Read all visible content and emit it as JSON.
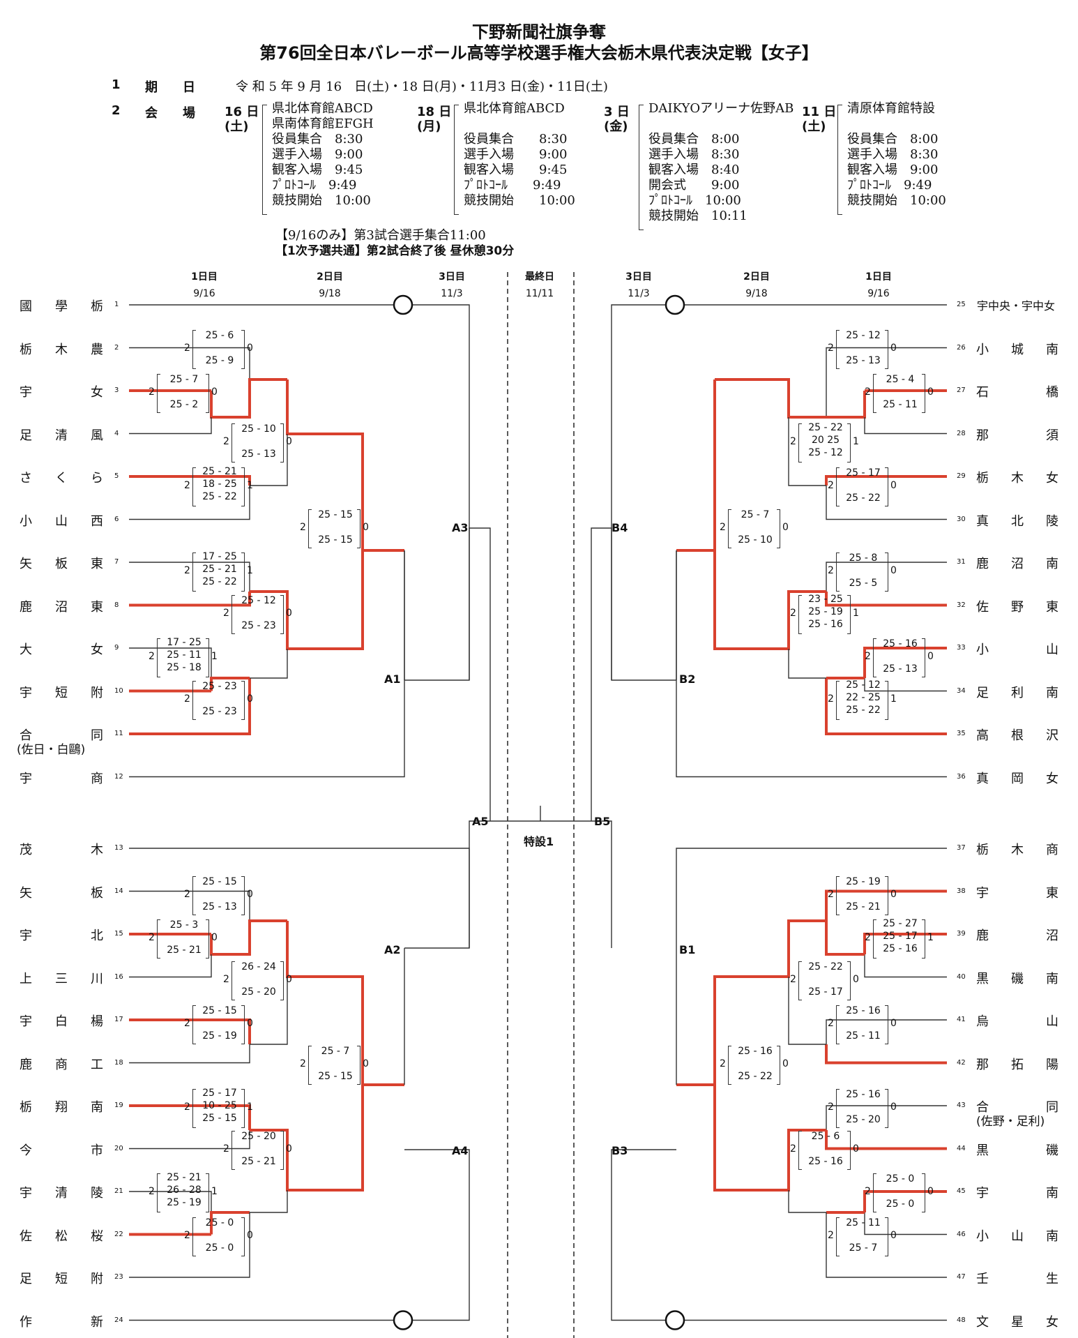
{
  "title": {
    "line1": "下野新聞社旗争奪",
    "line2": "第76回全日本バレーボール高等学校選手権大会栃木県代表決定戦【女子】"
  },
  "info": {
    "item1_no": "1",
    "item1_label": "期　　日",
    "item1_value": "令 和 5 年 9 月 16　日(土)・18 日(月)・11月3 日(金)・11日(土)",
    "item2_no": "2",
    "item2_label": "会　　場"
  },
  "venues": [
    {
      "day": "16 日",
      "dow": "(土)",
      "lines": [
        "県北体育館ABCD",
        "県南体育館EFGH",
        "役員集合　8:30",
        "選手入場　9:00",
        "観客入場　9:45",
        "ﾌﾟﾛﾄｺｰﾙ　9:49",
        "競技開始　10:00"
      ]
    },
    {
      "day": "18 日",
      "dow": "(月)",
      "lines": [
        "県北体育館ABCD",
        "",
        "役員集合　　8:30",
        "選手入場　　9:00",
        "観客入場　　9:45",
        "ﾌﾟﾛﾄｺｰﾙ　　9:49",
        "競技開始　　10:00"
      ]
    },
    {
      "day": "3 日",
      "dow": "(金)",
      "lines": [
        "DAIKYOアリーナ佐野AB",
        "",
        "役員集合　8:00",
        "選手入場　8:30",
        "観客入場　8:40",
        "開会式　　9:00",
        "ﾌﾟﾛﾄｺｰﾙ　10:00",
        "競技開始　10:11"
      ]
    },
    {
      "day": "11 日",
      "dow": "(土)",
      "lines": [
        "清原体育館特設",
        "",
        "役員集合　8:00",
        "選手入場　8:30",
        "観客入場　9:00",
        "ﾌﾟﾛﾄｺｰﾙ　9:49",
        "競技開始　10:00"
      ]
    }
  ],
  "notes": {
    "note1": "【9/16のみ】第3試合選手集合11:00",
    "note2": "【1次予選共通】第2試合終了後 昼休憩30分"
  },
  "rounds_left": [
    {
      "name": "1日目",
      "date": "9/16"
    },
    {
      "name": "2日目",
      "date": "9/18"
    },
    {
      "name": "3日目",
      "date": "11/3"
    }
  ],
  "rounds_center": {
    "name": "最終日",
    "date": "11/11"
  },
  "rounds_right": [
    {
      "name": "3日目",
      "date": "11/3"
    },
    {
      "name": "2日目",
      "date": "9/18"
    },
    {
      "name": "1日目",
      "date": "9/16"
    }
  ],
  "left_teams": [
    {
      "seed": "1",
      "name": "國學栃"
    },
    {
      "seed": "2",
      "name": "栃木農"
    },
    {
      "seed": "3",
      "name": "宇　女"
    },
    {
      "seed": "4",
      "name": "足清風"
    },
    {
      "seed": "5",
      "name": "さくら"
    },
    {
      "seed": "6",
      "name": "小山西"
    },
    {
      "seed": "7",
      "name": "矢板東"
    },
    {
      "seed": "8",
      "name": "鹿沼東"
    },
    {
      "seed": "9",
      "name": "大　女"
    },
    {
      "seed": "10",
      "name": "宇短附"
    },
    {
      "seed": "11",
      "name": "合　同",
      "sub": "(佐日・白鷗)"
    },
    {
      "seed": "12",
      "name": "宇　商"
    },
    {
      "seed": "13",
      "name": "茂　木"
    },
    {
      "seed": "14",
      "name": "矢　板"
    },
    {
      "seed": "15",
      "name": "宇　北"
    },
    {
      "seed": "16",
      "name": "上三川"
    },
    {
      "seed": "17",
      "name": "宇白楊"
    },
    {
      "seed": "18",
      "name": "鹿商工"
    },
    {
      "seed": "19",
      "name": "栃翔南"
    },
    {
      "seed": "20",
      "name": "今　市"
    },
    {
      "seed": "21",
      "name": "宇清陵"
    },
    {
      "seed": "22",
      "name": "佐松桜"
    },
    {
      "seed": "23",
      "name": "足短附"
    },
    {
      "seed": "24",
      "name": "作　新"
    }
  ],
  "right_teams": [
    {
      "seed": "25",
      "name": "宇中央・宇中女"
    },
    {
      "seed": "26",
      "name": "小城南"
    },
    {
      "seed": "27",
      "name": "石　橋"
    },
    {
      "seed": "28",
      "name": "那　須"
    },
    {
      "seed": "29",
      "name": "栃木女"
    },
    {
      "seed": "30",
      "name": "真北陵"
    },
    {
      "seed": "31",
      "name": "鹿沼南"
    },
    {
      "seed": "32",
      "name": "佐野東"
    },
    {
      "seed": "33",
      "name": "小　山"
    },
    {
      "seed": "34",
      "name": "足利南"
    },
    {
      "seed": "35",
      "name": "高根沢"
    },
    {
      "seed": "36",
      "name": "真岡女"
    },
    {
      "seed": "37",
      "name": "栃木商"
    },
    {
      "seed": "38",
      "name": "宇　東"
    },
    {
      "seed": "39",
      "name": "鹿　沼"
    },
    {
      "seed": "40",
      "name": "黒磯南"
    },
    {
      "seed": "41",
      "name": "烏　山"
    },
    {
      "seed": "42",
      "name": "那拓陽"
    },
    {
      "seed": "43",
      "name": "合　同",
      "sub": "(佐野・足利)"
    },
    {
      "seed": "44",
      "name": "黒　磯"
    },
    {
      "seed": "45",
      "name": "宇　南"
    },
    {
      "seed": "46",
      "name": "小山南"
    },
    {
      "seed": "47",
      "name": "壬　生"
    },
    {
      "seed": "48",
      "name": "文星女"
    }
  ],
  "bracket_labels": {
    "A1": "A1",
    "A2": "A2",
    "A3": "A3",
    "A4": "A4",
    "A5": "A5",
    "B1": "B1",
    "B2": "B2",
    "B3": "B3",
    "B4": "B4",
    "B5": "B5",
    "special": "特設1"
  },
  "scores_left": [
    {
      "id": "m2-3",
      "top": "2",
      "sets": [
        "25 - 6",
        "25 - 9"
      ],
      "bot": "0"
    },
    {
      "id": "m3-4",
      "top": "2",
      "sets": [
        "25 - 7",
        "25 - 2"
      ],
      "bot": "0"
    },
    {
      "id": "m-r2a",
      "top": "2",
      "sets": [
        "25 - 10",
        "25 - 13"
      ],
      "bot": "0"
    },
    {
      "id": "m5-6",
      "top": "2",
      "sets": [
        "25 - 21",
        "18 - 25",
        "25 - 22"
      ],
      "bot": "1"
    },
    {
      "id": "m-r3a",
      "top": "2",
      "sets": [
        "25 - 15",
        "25 - 15"
      ],
      "bot": "0"
    },
    {
      "id": "m7-8",
      "top": "2",
      "sets": [
        "17 - 25",
        "25 - 21",
        "25 - 22"
      ],
      "bot": "1"
    },
    {
      "id": "m-r2b",
      "top": "2",
      "sets": [
        "25 - 12",
        "25 - 23"
      ],
      "bot": "0"
    },
    {
      "id": "m9-10",
      "top": "2",
      "sets": [
        "17 - 25",
        "25 - 11",
        "25 - 18"
      ],
      "bot": "1"
    },
    {
      "id": "m10-11",
      "top": "2",
      "sets": [
        "25 - 23",
        "25 - 23"
      ],
      "bot": "0"
    },
    {
      "id": "m14-15",
      "top": "2",
      "sets": [
        "25 - 15",
        "25 - 13"
      ],
      "bot": "0"
    },
    {
      "id": "m15-16",
      "top": "2",
      "sets": [
        "25 - 3",
        "25 - 21"
      ],
      "bot": "0"
    },
    {
      "id": "m-r2c",
      "top": "2",
      "sets": [
        "26 - 24",
        "25 - 20"
      ],
      "bot": "0"
    },
    {
      "id": "m17-18",
      "top": "2",
      "sets": [
        "25 - 15",
        "25 - 19"
      ],
      "bot": "0"
    },
    {
      "id": "m-r3b",
      "top": "2",
      "sets": [
        "25 - 7",
        "25 - 15"
      ],
      "bot": "0"
    },
    {
      "id": "m19-20",
      "top": "2",
      "sets": [
        "25 - 17",
        "10 - 25",
        "25 - 15"
      ],
      "bot": "1"
    },
    {
      "id": "m-r2d",
      "top": "2",
      "sets": [
        "25 - 20",
        "25 - 21"
      ],
      "bot": "0"
    },
    {
      "id": "m21-22",
      "top": "2",
      "sets": [
        "25 - 21",
        "26 - 28",
        "25 - 19"
      ],
      "bot": "1"
    },
    {
      "id": "m22-23",
      "top": "2",
      "sets": [
        "25 - 0",
        "25 - 0"
      ],
      "bot": "0"
    }
  ],
  "scores_right": [
    {
      "id": "m26-27",
      "top": "2",
      "sets": [
        "25 - 12",
        "25 - 13"
      ],
      "bot": "0"
    },
    {
      "id": "m27-28",
      "top": "2",
      "sets": [
        "25 - 4",
        "25 - 11"
      ],
      "bot": "0"
    },
    {
      "id": "m-r2e",
      "top": "2",
      "sets": [
        "25 - 22",
        "20 25",
        "25 - 12"
      ],
      "bot": "1"
    },
    {
      "id": "m29-30",
      "top": "2",
      "sets": [
        "25 - 17",
        "25 - 22"
      ],
      "bot": "0"
    },
    {
      "id": "m-r3c",
      "top": "2",
      "sets": [
        "25 - 7",
        "25 - 10"
      ],
      "bot": "0"
    },
    {
      "id": "m31-32",
      "top": "2",
      "sets": [
        "25 - 8",
        "25 - 5"
      ],
      "bot": "0"
    },
    {
      "id": "m-r2f",
      "top": "2",
      "sets": [
        "23 - 25",
        "25 - 19",
        "25 - 16"
      ],
      "bot": "1"
    },
    {
      "id": "m33-34",
      "top": "2",
      "sets": [
        "25 - 16",
        "25 - 13"
      ],
      "bot": "0"
    },
    {
      "id": "m34-35",
      "top": "2",
      "sets": [
        "25 - 12",
        "22 - 25",
        "25 - 22"
      ],
      "bot": "1"
    },
    {
      "id": "m38-39",
      "top": "2",
      "sets": [
        "25 - 19",
        "25 - 21"
      ],
      "bot": "0"
    },
    {
      "id": "m39-40",
      "top": "2",
      "sets": [
        "25 - 27",
        "25 - 17",
        "25 - 16"
      ],
      "bot": "1"
    },
    {
      "id": "m-r2g",
      "top": "2",
      "sets": [
        "25 - 22",
        "25 - 17"
      ],
      "bot": "0"
    },
    {
      "id": "m41-42",
      "top": "2",
      "sets": [
        "25 - 16",
        "25 - 11"
      ],
      "bot": "0"
    },
    {
      "id": "m-r3d",
      "top": "2",
      "sets": [
        "25 - 16",
        "25 - 22"
      ],
      "bot": "0"
    },
    {
      "id": "m43-44",
      "top": "2",
      "sets": [
        "25 - 16",
        "25 - 20"
      ],
      "bot": "0"
    },
    {
      "id": "m-r2h",
      "top": "2",
      "sets": [
        "25 - 6",
        "25 - 16"
      ],
      "bot": "0"
    },
    {
      "id": "m45-46",
      "top": "2",
      "sets": [
        "25 - 0",
        "25 - 0"
      ],
      "bot": "0"
    },
    {
      "id": "m46-47",
      "top": "2",
      "sets": [
        "25 - 11",
        "25 - 7"
      ],
      "bot": "0"
    }
  ],
  "colors": {
    "win_line": "#d9412e",
    "line": "#333333"
  }
}
